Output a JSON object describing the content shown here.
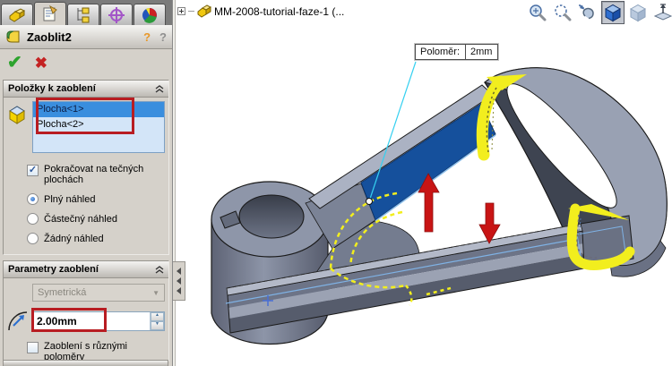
{
  "property_panel": {
    "title": "Zaoblit2",
    "items_group": {
      "title": "Položky k zaoblení",
      "list": [
        "Plocha<1>",
        "Plocha<2>"
      ],
      "tangent_checkbox_label": "Pokračovat na tečných plochách",
      "preview_radios": [
        "Plný náhled",
        "Částečný náhled",
        "Žádný náhled"
      ],
      "selected_radio": "Plný náhled"
    },
    "params_group": {
      "title": "Parametry zaoblení",
      "profile_dropdown_value": "Symetrická",
      "radius_value": "2.00mm",
      "multi_radius_checkbox_label": "Zaoblení s různými poloměry"
    }
  },
  "graphics": {
    "tree_item_label": "MM-2008-tutorial-faze-1  (...",
    "callout": {
      "label": "Poloměr:",
      "value": "2mm"
    }
  },
  "icons": {
    "tabs": [
      "featuremanager-tree",
      "propertymanager",
      "configurationmanager",
      "dimxpertmanager",
      "displaymanager"
    ],
    "view_toolbar": [
      "zoom-to-fit",
      "zoom-to-area",
      "rotate-view",
      "shaded-with-edges",
      "shaded",
      "section-view"
    ]
  },
  "colors": {
    "selection_blue": "#3a8ede",
    "listbox_bg": "#d3e5f8",
    "annotation_red": "#b81d22",
    "highlight_yellow": "#f2ee1e",
    "selected_face_blue": "#15509c",
    "arrow_red": "#c81414",
    "leader_cyan": "#35d0f0"
  }
}
